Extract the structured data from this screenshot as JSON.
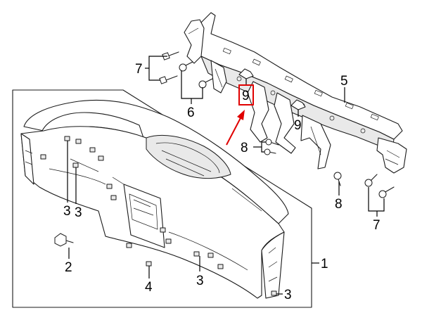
{
  "callouts": {
    "c1": "1",
    "c2": "2",
    "c3a": "3",
    "c3b": "3",
    "c3c": "3",
    "c3d": "3",
    "c4": "4",
    "c5": "5",
    "c6": "6",
    "c7a": "7",
    "c7b": "7",
    "c8a": "8",
    "c8b": "8",
    "c9a": "9",
    "c9b": "9"
  },
  "colors": {
    "highlight_box": "#e00000",
    "highlight_arrow": "#e00000",
    "line": "#1a1a1a"
  }
}
